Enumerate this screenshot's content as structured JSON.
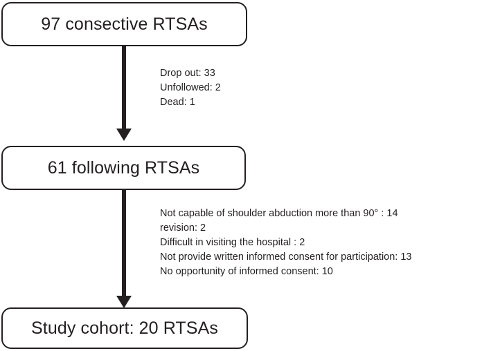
{
  "diagram": {
    "title": "RTSA patient selection flow",
    "colors": {
      "stroke": "#231f20",
      "background": "#ffffff",
      "text": "#231f20"
    },
    "nodes": [
      {
        "id": "top",
        "label": "97 consective RTSAs"
      },
      {
        "id": "mid",
        "label": "61 following RTSAs"
      },
      {
        "id": "bottom",
        "label": "Study cohort: 20 RTSAs"
      }
    ],
    "annotations": [
      {
        "id": "exclusions-1",
        "lines": [
          "Drop out: 33",
          "Unfollowed: 2",
          "Dead: 1"
        ]
      },
      {
        "id": "exclusions-2",
        "lines": [
          "Not capable of shoulder abduction more than 90°  : 14",
          "revision: 2",
          "Difficult in visiting the hospital : 2",
          "Not provide written informed consent for participation: 13",
          "No opportunity of informed consent: 10"
        ]
      }
    ],
    "arrows": [
      {
        "id": "arrow-1",
        "from": "top",
        "to": "mid"
      },
      {
        "id": "arrow-2",
        "from": "mid",
        "to": "bottom"
      }
    ]
  }
}
